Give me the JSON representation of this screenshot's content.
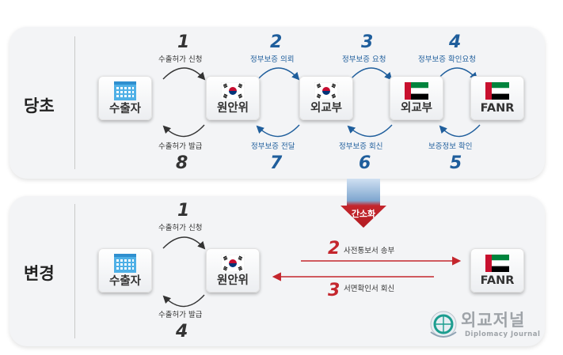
{
  "sections": {
    "before_label": "당초",
    "after_label": "변경"
  },
  "nodes": {
    "exporter": "수출자",
    "nssc": "원안위",
    "mofa_kr": "외교부",
    "mofa_uae": "외교부",
    "fanr": "FANR"
  },
  "before": {
    "steps": [
      {
        "num": "1",
        "text": "수출허가 신청"
      },
      {
        "num": "2",
        "text": "정부보증 의뢰"
      },
      {
        "num": "3",
        "text": "정부보증 요청"
      },
      {
        "num": "4",
        "text": "정부보증 확인요청"
      },
      {
        "num": "5",
        "text": "보증정보 확인"
      },
      {
        "num": "6",
        "text": "정부보증 회신"
      },
      {
        "num": "7",
        "text": "정부보증 전달"
      },
      {
        "num": "8",
        "text": "수출허가 발급"
      }
    ]
  },
  "after": {
    "steps": [
      {
        "num": "1",
        "text": "수출허가 신청"
      },
      {
        "num": "2",
        "text": "사전통보서 송부"
      },
      {
        "num": "3",
        "text": "서면확인서 회신"
      },
      {
        "num": "4",
        "text": "수출허가 발급"
      }
    ]
  },
  "simplify_label": "간소화",
  "logo": {
    "title": "외교저널",
    "subtitle": "Diplomacy Journal"
  },
  "colors": {
    "blue": "#1f5e9c",
    "red": "#c4262d",
    "panel": "#f3f4f6"
  }
}
